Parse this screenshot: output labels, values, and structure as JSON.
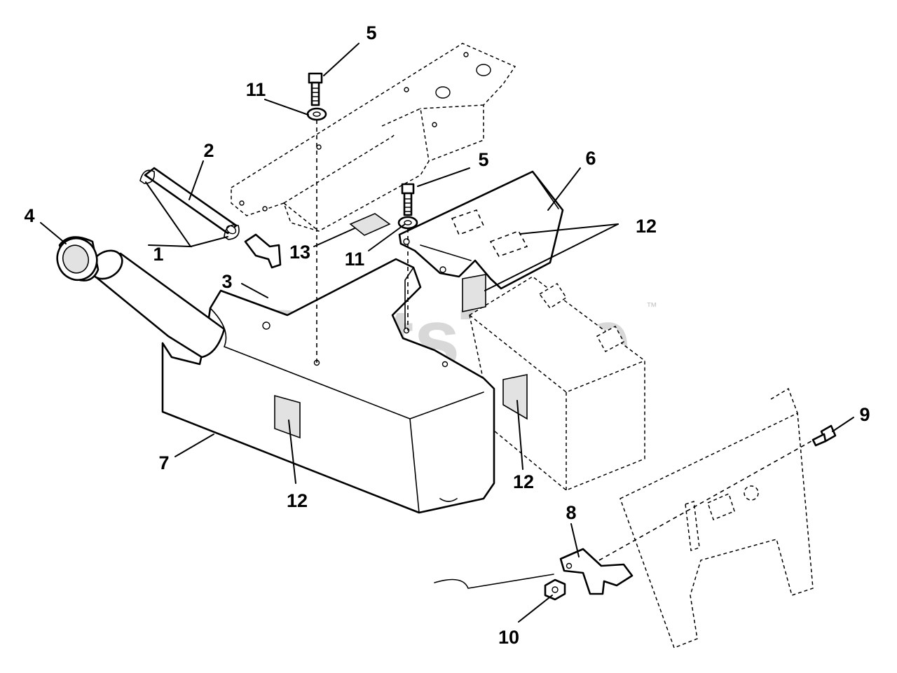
{
  "diagram": {
    "watermark": {
      "text": "PartsTree",
      "trademark": "™",
      "color": "#b9b9b9"
    },
    "callouts": [
      {
        "id": "c5a",
        "label": "5"
      },
      {
        "id": "c11a",
        "label": "11"
      },
      {
        "id": "c2",
        "label": "2"
      },
      {
        "id": "c5b",
        "label": "5"
      },
      {
        "id": "c6",
        "label": "6"
      },
      {
        "id": "c4",
        "label": "4"
      },
      {
        "id": "c12a",
        "label": "12"
      },
      {
        "id": "c1",
        "label": "1"
      },
      {
        "id": "c13",
        "label": "13"
      },
      {
        "id": "c11b",
        "label": "11"
      },
      {
        "id": "c3",
        "label": "3"
      },
      {
        "id": "c9",
        "label": "9"
      },
      {
        "id": "c7",
        "label": "7"
      },
      {
        "id": "c12b",
        "label": "12"
      },
      {
        "id": "c12c",
        "label": "12"
      },
      {
        "id": "c8",
        "label": "8"
      },
      {
        "id": "c10",
        "label": "10"
      }
    ]
  }
}
